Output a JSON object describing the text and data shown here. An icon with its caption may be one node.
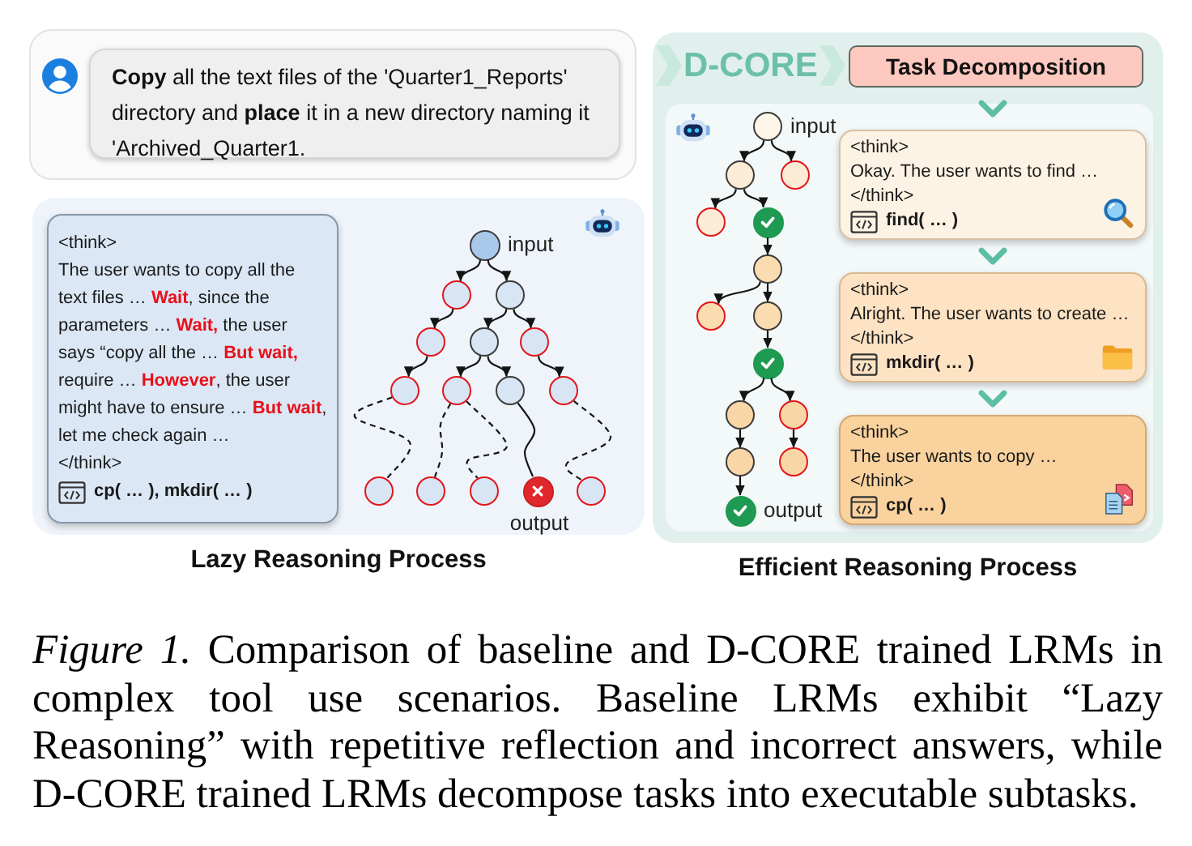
{
  "diagram": {
    "caption": "*Figure 1.* Comparison of baseline and D-CORE trained LRMs in complex tool use scenarios. Baseline LRMs exhibit “Lazy Reasoning” with repetitive reflection and incorrect answers, while D-CORE trained LRMs decompose tasks into executable subtasks.",
    "nodes": [
      {
        "text": [
          "**Copy** all the text files of the 'Quarter1_Reports' directory and **place** it in a new directory naming it 'Archived_Quarter1."
        ]
      },
      {
        "text": [
          "Lazy Reasoning Process"
        ]
      },
      {
        "text": [
          "<think>",
          "The user wants to copy all the text files … **Wait**, since the parameters … **Wait,** the user says “copy all the … **But wait,** require … **However**, the user might have to ensure … **But wait**, let me check again …",
          "</think>",
          "cp( … ), mkdir( … )"
        ],
        "in": 1
      },
      {
        "text": [],
        "shape": "circle",
        "beside": [
          "input"
        ],
        "in": 1
      },
      {
        "text": [],
        "shape": "circle",
        "in": 1
      },
      {
        "text": [],
        "shape": "circle",
        "in": 1
      },
      {
        "text": [],
        "shape": "circle",
        "in": 1
      },
      {
        "text": [],
        "shape": "circle",
        "in": 1
      },
      {
        "text": [],
        "shape": "circle",
        "in": 1
      },
      {
        "text": [],
        "shape": "circle",
        "in": 1
      },
      {
        "text": [],
        "shape": "circle",
        "in": 1
      },
      {
        "text": [],
        "shape": "circle",
        "in": 1
      },
      {
        "text": [],
        "shape": "circle",
        "in": 1
      },
      {
        "text": [],
        "shape": "circle",
        "in": 1
      },
      {
        "text": [],
        "shape": "circle",
        "in": 1
      },
      {
        "text": [],
        "shape": "circle",
        "in": 1
      },
      {
        "text": [],
        "shape": "circle",
        "beside": [
          "output"
        ],
        "in": 1
      },
      {
        "text": [],
        "shape": "circle",
        "in": 1
      },
      {
        "text": [
          "D-CORE",
          "Efficient Reasoning Process"
        ]
      },
      {
        "text": [
          "Task Decomposition"
        ],
        "in": 18
      },
      {
        "text": [],
        "shape": "box",
        "in": 18
      },
      {
        "text": [
          "<think>",
          "Okay. The user wants to find …",
          "</think>",
          "find( … )"
        ],
        "in": 20
      },
      {
        "text": [
          "<think>",
          "Alright. The user wants to create …",
          "</think>",
          "mkdir( … )"
        ],
        "in": 20
      },
      {
        "text": [
          "<think>",
          "The user wants to copy …",
          "</think>",
          "cp( … )"
        ],
        "in": 20
      },
      {
        "text": [],
        "shape": "circle",
        "beside": [
          "input"
        ],
        "in": 20
      },
      {
        "text": [],
        "shape": "circle",
        "in": 20
      },
      {
        "text": [],
        "shape": "circle",
        "in": 20
      },
      {
        "text": [],
        "shape": "circle",
        "in": 20
      },
      {
        "text": [],
        "shape": "circle",
        "in": 20
      },
      {
        "text": [],
        "shape": "circle",
        "in": 20
      },
      {
        "text": [],
        "shape": "circle",
        "in": 20
      },
      {
        "text": [],
        "shape": "circle",
        "in": 20
      },
      {
        "text": [],
        "shape": "circle",
        "in": 20
      },
      {
        "text": [],
        "shape": "circle",
        "in": 20
      },
      {
        "text": [],
        "shape": "circle",
        "in": 20
      },
      {
        "text": [],
        "shape": "circle",
        "in": 20
      },
      {
        "text": [],
        "shape": "circle",
        "in": 20
      },
      {
        "text": [],
        "shape": "circle",
        "beside": [
          "output"
        ],
        "in": 20
      }
    ],
    "edges": [
      {
        "from": 3,
        "to": 4,
        "arrow": "to"
      },
      {
        "from": 3,
        "to": 5,
        "arrow": "to"
      },
      {
        "from": 4,
        "to": 6,
        "arrow": "to"
      },
      {
        "from": 5,
        "to": 7,
        "arrow": "to"
      },
      {
        "from": 5,
        "to": 8,
        "arrow": "to"
      },
      {
        "from": 6,
        "to": 9,
        "arrow": "to"
      },
      {
        "from": 7,
        "to": 10,
        "arrow": "to"
      },
      {
        "from": 7,
        "to": 11,
        "arrow": "to"
      },
      {
        "from": 8,
        "to": 12,
        "arrow": "to"
      },
      {
        "from": 9,
        "to": 13,
        "arrow": "none",
        "style": "dashed"
      },
      {
        "from": 10,
        "to": 14,
        "arrow": "none",
        "style": "dashed"
      },
      {
        "from": 10,
        "to": 15,
        "arrow": "none",
        "style": "dashed"
      },
      {
        "from": 11,
        "to": 16,
        "arrow": "none"
      },
      {
        "from": 12,
        "to": 17,
        "arrow": "none",
        "style": "dashed"
      },
      {
        "from": 19,
        "to": 21,
        "arrow": "to",
        "style": "thick",
        "color": "#5dbea6"
      },
      {
        "from": 21,
        "to": 22,
        "arrow": "to",
        "style": "thick",
        "color": "#5dbea6"
      },
      {
        "from": 22,
        "to": 23,
        "arrow": "to",
        "style": "thick",
        "color": "#5dbea6"
      },
      {
        "from": 24,
        "to": 25,
        "arrow": "to"
      },
      {
        "from": 24,
        "to": 26,
        "arrow": "to"
      },
      {
        "from": 25,
        "to": 27,
        "arrow": "to"
      },
      {
        "from": 25,
        "to": 28,
        "arrow": "to"
      },
      {
        "from": 28,
        "to": 29,
        "arrow": "to"
      },
      {
        "from": 29,
        "to": 30,
        "arrow": "to"
      },
      {
        "from": 29,
        "to": 31,
        "arrow": "to"
      },
      {
        "from": 31,
        "to": 32,
        "arrow": "to"
      },
      {
        "from": 32,
        "to": 33,
        "arrow": "to"
      },
      {
        "from": 32,
        "to": 34,
        "arrow": "to"
      },
      {
        "from": 33,
        "to": 35,
        "arrow": "to"
      },
      {
        "from": 34,
        "to": 36,
        "arrow": "to"
      },
      {
        "from": 35,
        "to": 37,
        "arrow": "to"
      }
    ]
  }
}
